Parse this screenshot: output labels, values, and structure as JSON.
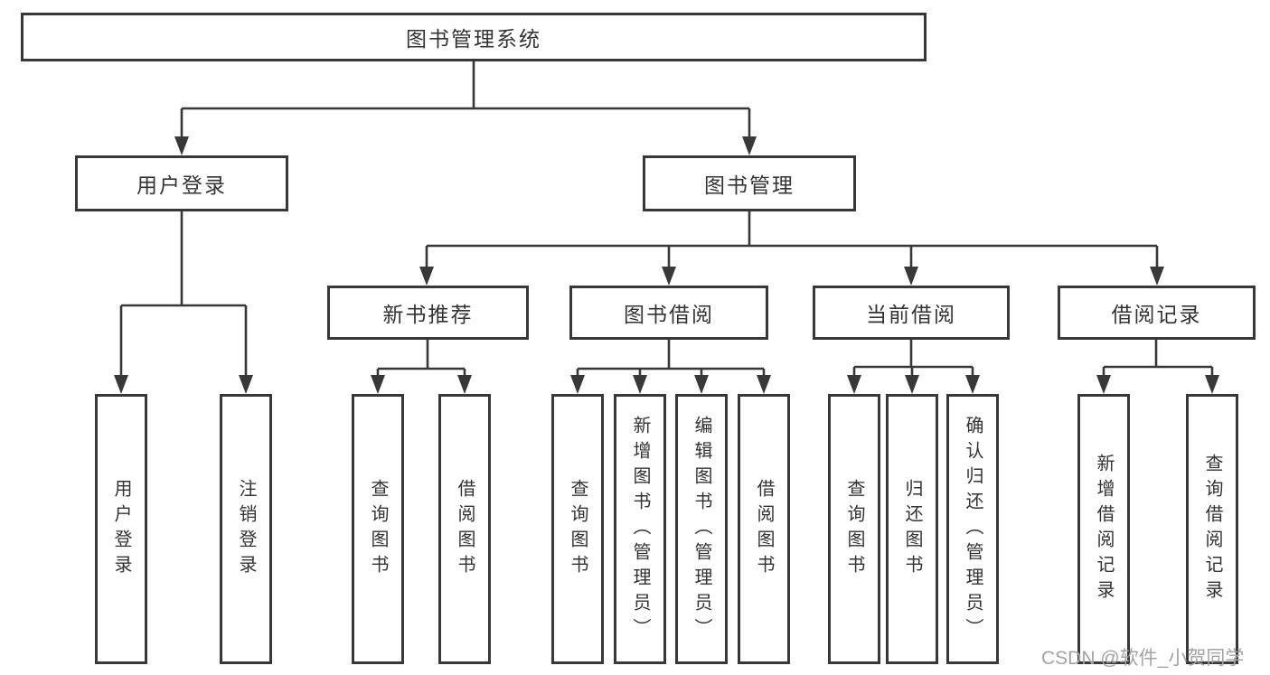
{
  "diagram": {
    "root": {
      "label": "图书管理系统"
    },
    "branches": [
      {
        "label": "用户登录",
        "children": [
          {
            "label": "用户登录"
          },
          {
            "label": "注销登录"
          }
        ]
      },
      {
        "label": "图书管理",
        "children": [
          {
            "label": "新书推荐",
            "children": [
              {
                "label": "查询图书"
              },
              {
                "label": "借阅图书"
              }
            ]
          },
          {
            "label": "图书借阅",
            "children": [
              {
                "label": "查询图书"
              },
              {
                "label": "新增图书（管理员）"
              },
              {
                "label": "编辑图书（管理员）"
              },
              {
                "label": "借阅图书"
              }
            ]
          },
          {
            "label": "当前借阅",
            "children": [
              {
                "label": "查询图书"
              },
              {
                "label": "归还图书"
              },
              {
                "label": "确认归还（管理员）"
              }
            ]
          },
          {
            "label": "借阅记录",
            "children": [
              {
                "label": "新增借阅记录"
              },
              {
                "label": "查询借阅记录"
              }
            ]
          }
        ]
      }
    ]
  },
  "watermark": {
    "text": "CSDN @软件_小贺同学"
  },
  "colors": {
    "line": "#383838",
    "text": "#333333",
    "watermark": "#a3a3a3",
    "background": "#ffffff"
  }
}
